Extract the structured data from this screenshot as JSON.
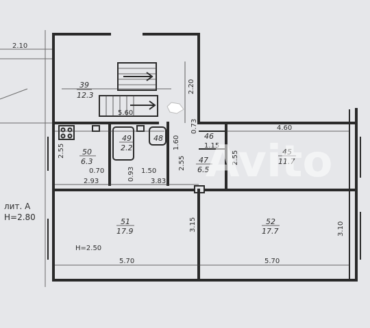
{
  "top_dim": "2.10",
  "building": {
    "label": "лит. А",
    "height": "H=2.80"
  },
  "room_height": "H=2.50",
  "watermark": "Avito",
  "rooms": [
    {
      "number": "39",
      "area": "12.3"
    },
    {
      "number": "49",
      "area": "2.2"
    },
    {
      "number": "48",
      "area": ""
    },
    {
      "number": "50",
      "area": "6.3"
    },
    {
      "number": "46",
      "area": ""
    },
    {
      "number": "47",
      "area": "6.5"
    },
    {
      "number": "45",
      "area": "11.7"
    },
    {
      "number": "51",
      "area": "17.9"
    },
    {
      "number": "52",
      "area": "17.7"
    }
  ],
  "dims": {
    "stair_width": "5.60",
    "stair_depth": "2.20",
    "d_073": "0.73",
    "d_160": "1.60",
    "d_255_a": "2.55",
    "d_255_b": "2.55",
    "d_255_c": "2.55",
    "d_115": "1.15",
    "d_460": "4.60",
    "d_070": "0.70",
    "d_093": "0.93",
    "d_150": "1.50",
    "d_293": "2.93",
    "d_383": "3.83",
    "d_315": "3.15",
    "d_310": "3.10",
    "d_570_a": "5.70",
    "d_570_b": "5.70"
  }
}
